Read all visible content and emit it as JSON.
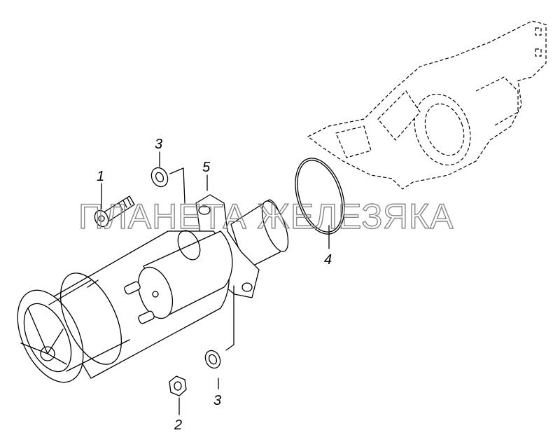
{
  "diagram": {
    "callouts": [
      {
        "id": "label-1",
        "text": "1"
      },
      {
        "id": "label-2",
        "text": "2"
      },
      {
        "id": "label-3-top",
        "text": "3"
      },
      {
        "id": "label-3-bottom",
        "text": "3"
      },
      {
        "id": "label-4",
        "text": "4"
      },
      {
        "id": "label-5",
        "text": "5"
      }
    ],
    "watermark": "ПЛАНЕТА ЖЕЛЕЗЯКА",
    "colors": {
      "line": "#000000",
      "watermark": "#888888",
      "background": "#ffffff"
    }
  }
}
